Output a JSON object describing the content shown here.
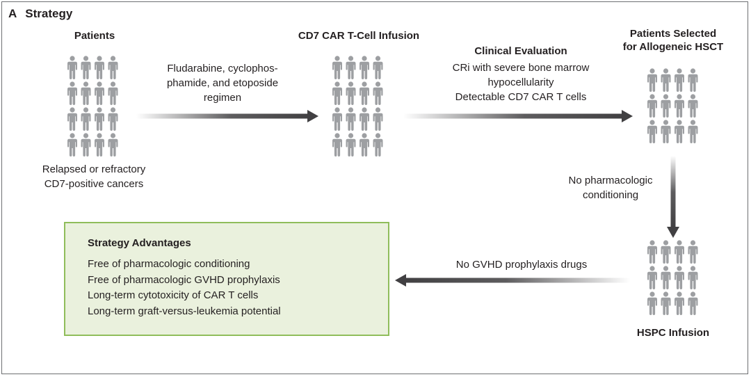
{
  "panel": {
    "letter": "A",
    "title": "Strategy"
  },
  "colors": {
    "figure": "#9d9fa2",
    "arrow": "#414042",
    "box_fill": "#eaf1dd",
    "box_border": "#8fbd5a",
    "frame": "#6d6e71"
  },
  "nodes": {
    "patients": {
      "title": "Patients",
      "caption_lines": [
        "Relapsed or refractory",
        "CD7-positive cancers"
      ]
    },
    "car_t": {
      "title": "CD7 CAR T-Cell Infusion"
    },
    "selected": {
      "title_lines": [
        "Patients Selected",
        "for Allogeneic HSCT"
      ]
    },
    "hspc": {
      "title": "HSPC Infusion"
    }
  },
  "edges": {
    "regimen": {
      "lines": [
        "Fludarabine, cyclophos-",
        "phamide, and etoposide",
        "regimen"
      ]
    },
    "evaluation": {
      "title": "Clinical Evaluation",
      "lines": [
        "CRi with severe bone marrow",
        "hypocellularity",
        "Detectable CD7 CAR T cells"
      ]
    },
    "no_conditioning": {
      "lines": [
        "No pharmacologic",
        "conditioning"
      ]
    },
    "no_gvhd": {
      "label": "No GVHD prophylaxis drugs"
    }
  },
  "advantages": {
    "title": "Strategy Advantages",
    "items": [
      "Free of pharmacologic conditioning",
      "Free of pharmacologic GVHD prophylaxis",
      "Long-term cytotoxicity of CAR T cells",
      "Long-term graft-versus-leukemia potential"
    ]
  }
}
